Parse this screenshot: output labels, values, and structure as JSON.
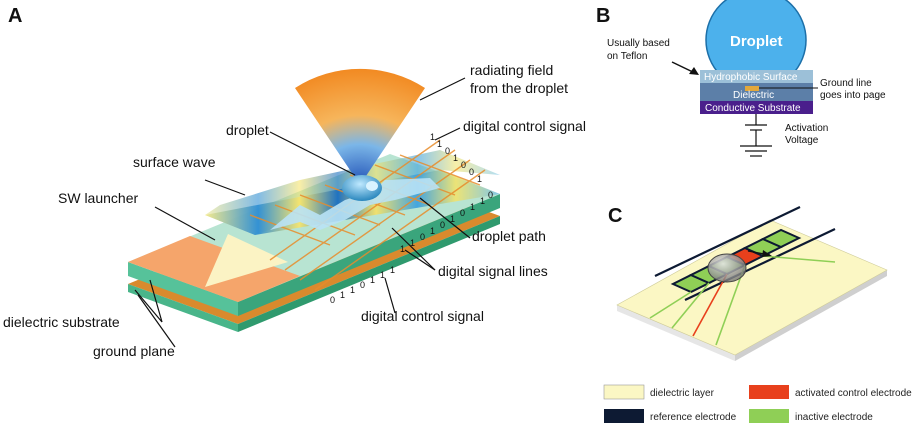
{
  "panels": {
    "a": "A",
    "b": "B",
    "c": "C"
  },
  "panel_a": {
    "radiating_field_line1": "radiating field",
    "radiating_field_line2": "from the droplet",
    "droplet": "droplet",
    "digital_control_signal_top": "digital control signal",
    "surface_wave": "surface wave",
    "sw_launcher": "SW launcher",
    "droplet_path": "droplet path",
    "digital_signal_lines": "digital signal lines",
    "dielectric_substrate": "dielectric substrate",
    "digital_control_signal_bottom": "digital control signal",
    "ground_plane": "ground plane",
    "bits_top": [
      "1",
      "1",
      "0",
      "1",
      "0",
      "0",
      "1"
    ],
    "bits_right": [
      "0",
      "1",
      "1",
      "0",
      "1",
      "0",
      "1",
      "0",
      "1",
      "1"
    ],
    "bits_bottom": [
      "0",
      "1",
      "1",
      "0",
      "1",
      "1",
      "1"
    ]
  },
  "panel_b": {
    "droplet": "Droplet",
    "usually_line1": "Usually based",
    "usually_line2": "on Teflon",
    "hydrophobic": "Hydrophobic Surface",
    "dielectric": "Dielectric",
    "conductive": "Conductive Substrate",
    "ground_line1": "Ground line",
    "ground_line2": "goes into page",
    "activation_line1": "Activation",
    "activation_line2": "Voltage"
  },
  "panel_c": {
    "legend": [
      {
        "label": "dielectric layer",
        "color": "#fbf7c4"
      },
      {
        "label": "activated control electrode",
        "color": "#e8401c"
      },
      {
        "label": "reference electrode",
        "color": "#0d1a33"
      },
      {
        "label": "inactive electrode",
        "color": "#8fcf56"
      }
    ]
  }
}
